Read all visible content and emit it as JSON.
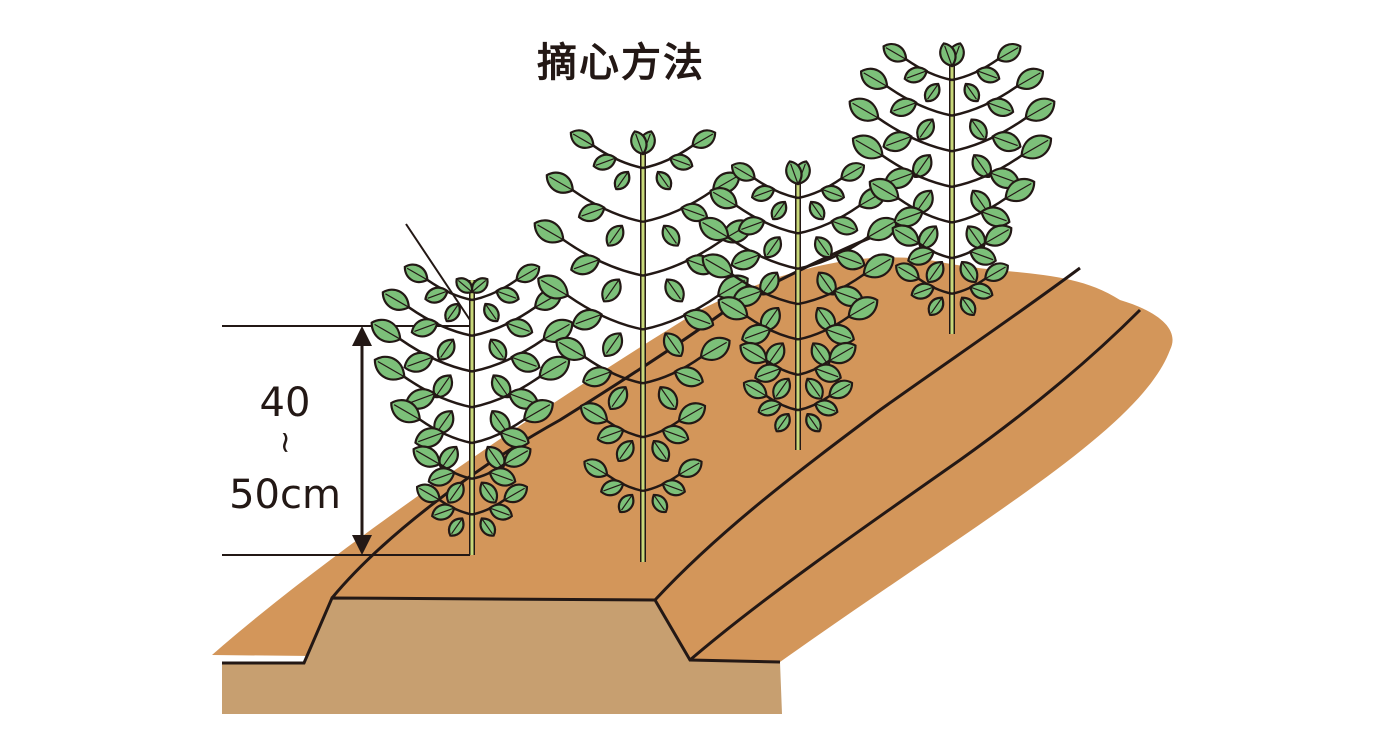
{
  "title": "摘心方法",
  "measurement": {
    "from": "40",
    "separator": "~",
    "to": "50cm"
  },
  "colors": {
    "soil_surface": "#d3965a",
    "soil_section": "#c79f70",
    "leaf": "#7cc079",
    "leaf_dark": "#5ea85d",
    "stem": "#c8d97a",
    "outline": "#231815"
  },
  "plants": [
    {
      "name": "plant-front-left",
      "pinched": true
    },
    {
      "name": "plant-middle-front",
      "pinched": false
    },
    {
      "name": "plant-middle-back",
      "pinched": false
    },
    {
      "name": "plant-right-back",
      "pinched": false
    }
  ]
}
